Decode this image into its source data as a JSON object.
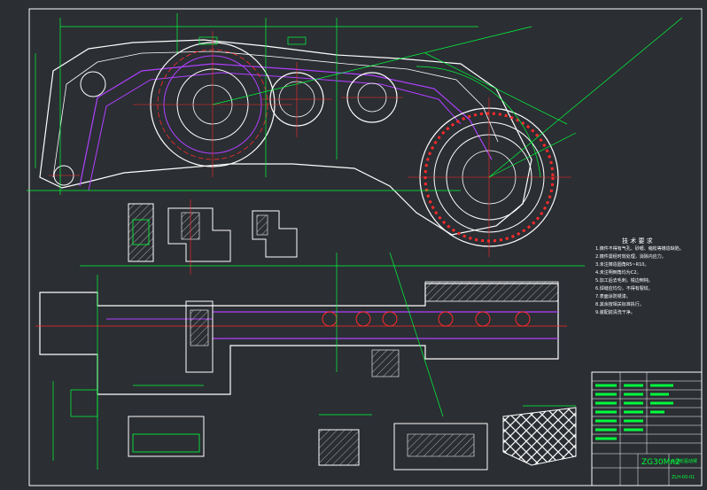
{
  "drawing": {
    "material": "ZG30Mn2",
    "colors": {
      "background": "#2b2e33",
      "outline": "#ffffff",
      "dimension": "#00ff3c",
      "center": "#ff2a2a",
      "hidden": "#b040ff",
      "border": "#ffffff"
    },
    "tech_notes": {
      "title": "技 术 要 求",
      "lines": [
        "1.铸件不得有气孔、砂眼、缩松等铸造缺陷。",
        "2.铸件需经时效处理，消除内应力。",
        "3.未注铸造圆角R5~R10。",
        "4.未注明倒角均为C2。",
        "5.加工后去毛刺，锐边倒钝。",
        "6.焊缝应均匀，不得有裂纹。",
        "7.表面涂防锈漆。",
        "8.其余按相关标准执行。",
        "9.装配前清洗干净。"
      ]
    },
    "title_block": {
      "code": "ZG30Mn2",
      "drawing_name": "主动轮驱动臂",
      "number": "ZLH-00-01"
    }
  }
}
